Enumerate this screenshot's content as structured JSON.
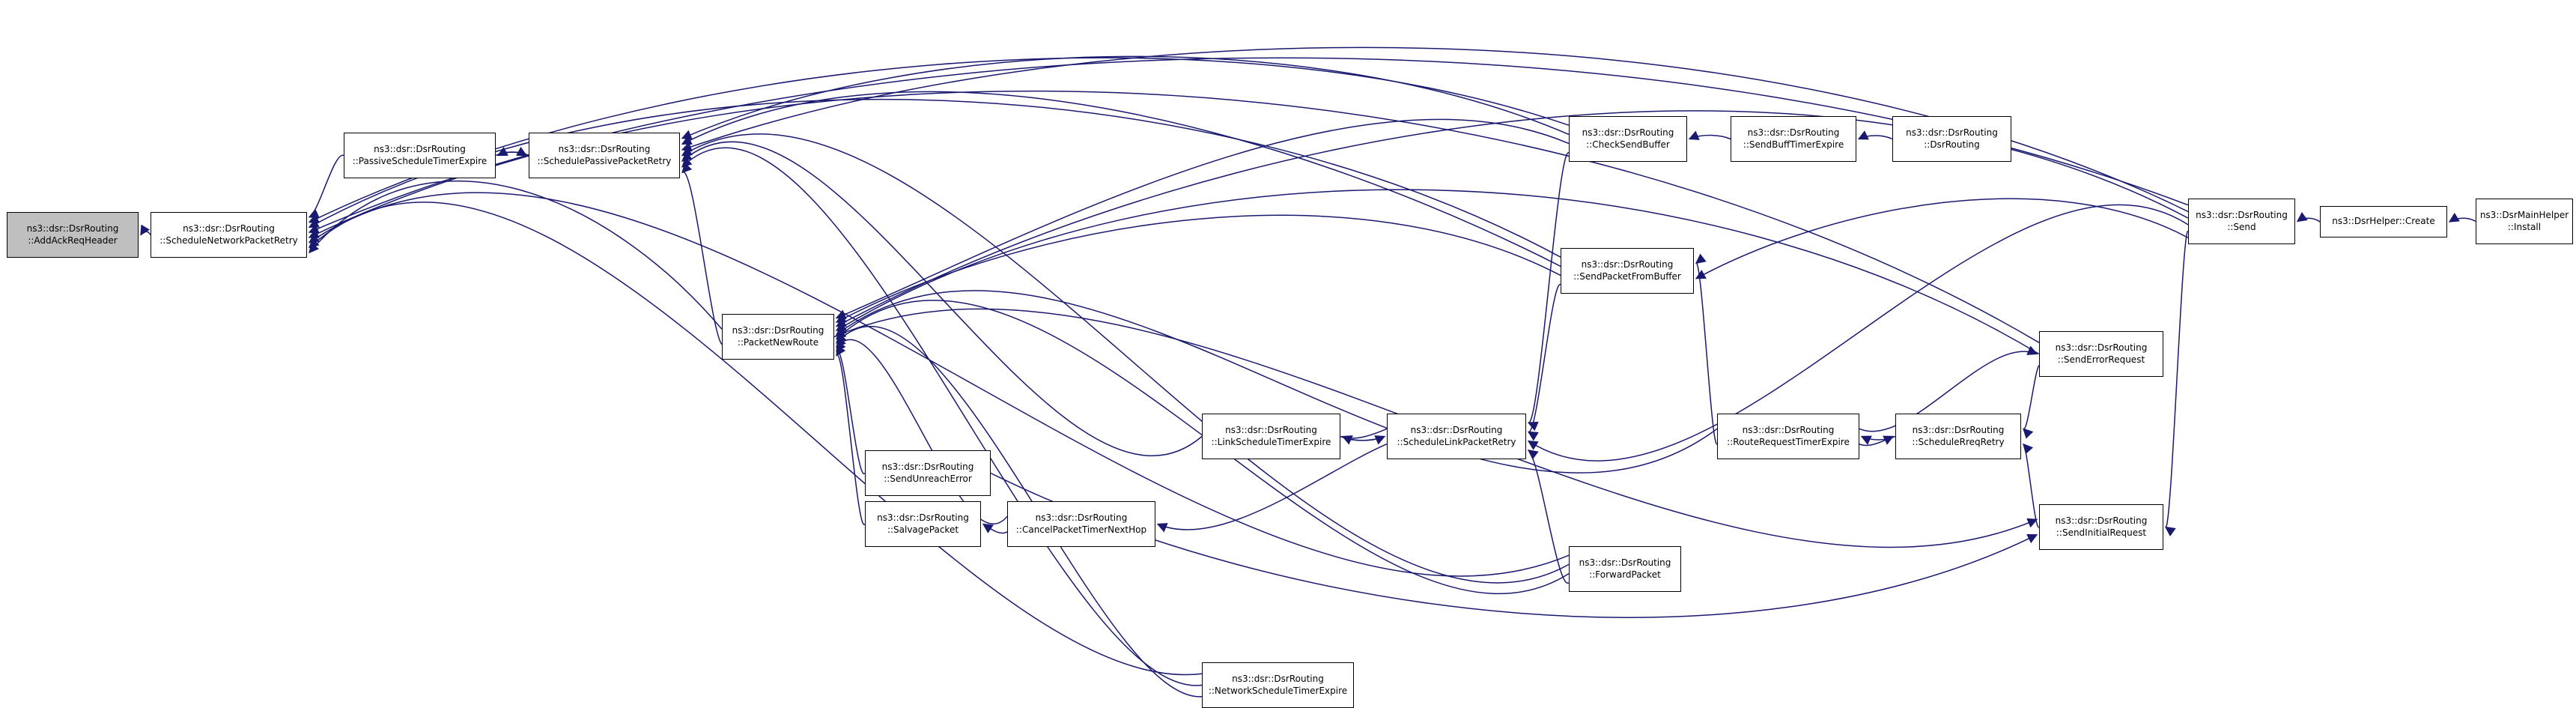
{
  "diagram": {
    "type": "doxygen-caller-graph",
    "focus_node": "ns3::dsr::DsrRouting::AddAckReqHeader",
    "colors": {
      "background": "#ffffff",
      "node_fill": "#ffffff",
      "node_border": "#000000",
      "focus_fill": "#bfbfbf",
      "edge": "#191970",
      "text": "#000000"
    },
    "nodes": [
      {
        "id": "addackreqheader",
        "lines": [
          "ns3::dsr::DsrRouting",
          "::AddAckReqHeader"
        ],
        "highlight": true
      },
      {
        "id": "schedulenetworkpacketretry",
        "lines": [
          "ns3::dsr::DsrRouting",
          "::ScheduleNetworkPacketRetry"
        ],
        "highlight": false
      },
      {
        "id": "passivescheduletimerexpire",
        "lines": [
          "ns3::dsr::DsrRouting",
          "::PassiveScheduleTimerExpire"
        ],
        "highlight": false
      },
      {
        "id": "schedulepassivepacketretry",
        "lines": [
          "ns3::dsr::DsrRouting",
          "::SchedulePassivePacketRetry"
        ],
        "highlight": false
      },
      {
        "id": "packetnewroute",
        "lines": [
          "ns3::dsr::DsrRouting",
          "::PacketNewRoute"
        ],
        "highlight": false
      },
      {
        "id": "checksendbuffer",
        "lines": [
          "ns3::dsr::DsrRouting",
          "::CheckSendBuffer"
        ],
        "highlight": false
      },
      {
        "id": "sendbufftimerexpire",
        "lines": [
          "ns3::dsr::DsrRouting",
          "::SendBuffTimerExpire"
        ],
        "highlight": false
      },
      {
        "id": "dsrrouting",
        "lines": [
          "ns3::dsr::DsrRouting",
          "::DsrRouting"
        ],
        "highlight": false
      },
      {
        "id": "sendpacketfrombuffer",
        "lines": [
          "ns3::dsr::DsrRouting",
          "::SendPacketFromBuffer"
        ],
        "highlight": false
      },
      {
        "id": "senderrorrequest",
        "lines": [
          "ns3::dsr::DsrRouting",
          "::SendErrorRequest"
        ],
        "highlight": false
      },
      {
        "id": "linkscheduletimerexpire",
        "lines": [
          "ns3::dsr::DsrRouting",
          "::LinkScheduleTimerExpire"
        ],
        "highlight": false
      },
      {
        "id": "schedulelinkpacketretry",
        "lines": [
          "ns3::dsr::DsrRouting",
          "::ScheduleLinkPacketRetry"
        ],
        "highlight": false
      },
      {
        "id": "routerequesttimerexpire",
        "lines": [
          "ns3::dsr::DsrRouting",
          "::RouteRequestTimerExpire"
        ],
        "highlight": false
      },
      {
        "id": "schedulerreqretry",
        "lines": [
          "ns3::dsr::DsrRouting",
          "::ScheduleRreqRetry"
        ],
        "highlight": false
      },
      {
        "id": "sendunreacherror",
        "lines": [
          "ns3::dsr::DsrRouting",
          "::SendUnreachError"
        ],
        "highlight": false
      },
      {
        "id": "salvagepacket",
        "lines": [
          "ns3::dsr::DsrRouting",
          "::SalvagePacket"
        ],
        "highlight": false
      },
      {
        "id": "cancelpackettimernexthop",
        "lines": [
          "ns3::dsr::DsrRouting",
          "::CancelPacketTimerNextHop"
        ],
        "highlight": false
      },
      {
        "id": "forwardpacket",
        "lines": [
          "ns3::dsr::DsrRouting",
          "::ForwardPacket"
        ],
        "highlight": false
      },
      {
        "id": "sendinitialrequest",
        "lines": [
          "ns3::dsr::DsrRouting",
          "::SendInitialRequest"
        ],
        "highlight": false
      },
      {
        "id": "send",
        "lines": [
          "ns3::dsr::DsrRouting",
          "::Send"
        ],
        "highlight": false
      },
      {
        "id": "dsrhelpercreate",
        "lines": [
          "ns3::DsrHelper::Create"
        ],
        "highlight": false
      },
      {
        "id": "dsrmainhelperinstall",
        "lines": [
          "ns3::DsrMainHelper",
          "::Install"
        ],
        "highlight": false
      },
      {
        "id": "networkscheduletimerexpire",
        "lines": [
          "ns3::dsr::DsrRouting",
          "::NetworkScheduleTimerExpire"
        ],
        "highlight": false
      }
    ],
    "edges": [
      {
        "from": "schedulenetworkpacketretry",
        "to": "addackreqheader"
      },
      {
        "from": "passivescheduletimerexpire",
        "to": "schedulenetworkpacketretry"
      },
      {
        "from": "checksendbuffer",
        "to": "schedulenetworkpacketretry"
      },
      {
        "from": "sendpacketfrombuffer",
        "to": "schedulenetworkpacketretry"
      },
      {
        "from": "send",
        "to": "schedulenetworkpacketretry"
      },
      {
        "from": "senderrorrequest",
        "to": "schedulenetworkpacketretry"
      },
      {
        "from": "forwardpacket",
        "to": "schedulenetworkpacketretry"
      },
      {
        "from": "networkscheduletimerexpire",
        "to": "schedulenetworkpacketretry"
      },
      {
        "from": "packetnewroute",
        "to": "schedulenetworkpacketretry"
      },
      {
        "from": "passivescheduletimerexpire",
        "to": "schedulepassivepacketretry"
      },
      {
        "from": "schedulepassivepacketretry",
        "to": "passivescheduletimerexpire"
      },
      {
        "from": "checksendbuffer",
        "to": "schedulepassivepacketretry"
      },
      {
        "from": "sendpacketfrombuffer",
        "to": "schedulepassivepacketretry"
      },
      {
        "from": "send",
        "to": "schedulepassivepacketretry"
      },
      {
        "from": "forwardpacket",
        "to": "schedulepassivepacketretry"
      },
      {
        "from": "linkscheduletimerexpire",
        "to": "schedulepassivepacketretry"
      },
      {
        "from": "networkscheduletimerexpire",
        "to": "schedulepassivepacketretry"
      },
      {
        "from": "packetnewroute",
        "to": "schedulepassivepacketretry"
      },
      {
        "from": "checksendbuffer",
        "to": "packetnewroute"
      },
      {
        "from": "sendpacketfrombuffer",
        "to": "packetnewroute"
      },
      {
        "from": "send",
        "to": "packetnewroute"
      },
      {
        "from": "senderrorrequest",
        "to": "packetnewroute"
      },
      {
        "from": "routerequesttimerexpire",
        "to": "packetnewroute"
      },
      {
        "from": "forwardpacket",
        "to": "packetnewroute"
      },
      {
        "from": "networkscheduletimerexpire",
        "to": "packetnewroute"
      },
      {
        "from": "cancelpackettimernexthop",
        "to": "packetnewroute"
      },
      {
        "from": "sendunreacherror",
        "to": "packetnewroute"
      },
      {
        "from": "salvagepacket",
        "to": "packetnewroute"
      },
      {
        "from": "sendbufftimerexpire",
        "to": "checksendbuffer"
      },
      {
        "from": "dsrrouting",
        "to": "sendbufftimerexpire"
      },
      {
        "from": "checksendbuffer",
        "to": "schedulelinkpacketretry"
      },
      {
        "from": "sendpacketfrombuffer",
        "to": "schedulelinkpacketretry"
      },
      {
        "from": "send",
        "to": "schedulelinkpacketretry"
      },
      {
        "from": "forwardpacket",
        "to": "schedulelinkpacketretry"
      },
      {
        "from": "linkscheduletimerexpire",
        "to": "schedulelinkpacketretry"
      },
      {
        "from": "schedulelinkpacketretry",
        "to": "linkscheduletimerexpire"
      },
      {
        "from": "schedulelinkpacketretry",
        "to": "cancelpackettimernexthop"
      },
      {
        "from": "cancelpackettimernexthop",
        "to": "salvagepacket"
      },
      {
        "from": "routerequesttimerexpire",
        "to": "senderrorrequest"
      },
      {
        "from": "senderrorrequest",
        "to": "schedulerreqretry"
      },
      {
        "from": "schedulerreqretry",
        "to": "routerequesttimerexpire"
      },
      {
        "from": "routerequesttimerexpire",
        "to": "schedulerreqretry"
      },
      {
        "from": "sendinitialrequest",
        "to": "schedulerreqretry"
      },
      {
        "from": "packetnewroute",
        "to": "sendinitialrequest"
      },
      {
        "from": "send",
        "to": "sendinitialrequest"
      },
      {
        "from": "sendunreacherror",
        "to": "sendinitialrequest"
      },
      {
        "from": "routerequesttimerexpire",
        "to": "sendpacketfrombuffer"
      },
      {
        "from": "send",
        "to": "sendpacketfrombuffer"
      },
      {
        "from": "dsrhelpercreate",
        "to": "send"
      },
      {
        "from": "dsrmainhelperinstall",
        "to": "dsrhelpercreate"
      }
    ]
  }
}
